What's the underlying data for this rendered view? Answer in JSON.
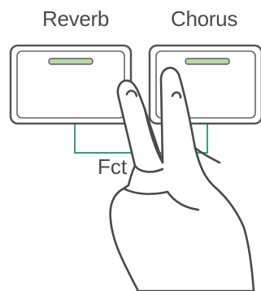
{
  "buttons": [
    {
      "label": "Reverb",
      "led_color": "#b8d9a6"
    },
    {
      "label": "Chorus",
      "led_color": "#b8d9a6"
    }
  ],
  "partial_label": "Fct",
  "colors": {
    "outline": "#555555",
    "connector": "#3a9c8a",
    "label": "#4a4a4a"
  },
  "icons": [
    "two-finger-hand-icon"
  ]
}
